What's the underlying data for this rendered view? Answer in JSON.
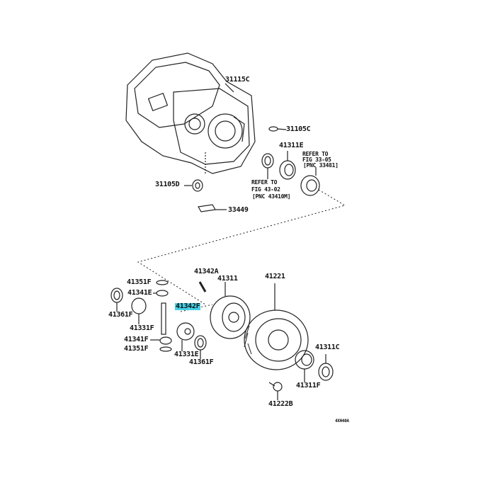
{
  "diagram": {
    "highlight_color": "#45d0e6",
    "labels": {
      "housing": "31115C",
      "pin_c": "31105C",
      "bearing_e": "41311E",
      "refer_a_1": "REFER TO",
      "refer_a_2": "FIG 33-05",
      "refer_a_3": "[PNC 33481]",
      "refer_b_1": "REFER TO",
      "refer_b_2": "FIG 43-02",
      "refer_b_3": "[PNC 43410M]",
      "pin_d": "31105D",
      "magnet": "33449",
      "pin_a": "41342A",
      "diff_case": "41311",
      "ring_gear": "41221",
      "washer_f_top": "41351F",
      "pinion_e": "41341E",
      "shaft_f": "41342F",
      "thrust_left": "41361F",
      "side_gear_f": "41331F",
      "pinion_f": "41341F",
      "washer_f_bottom": "41351F",
      "side_gear_e": "41331E",
      "thrust_right": "41361F",
      "seal_c": "41311C",
      "bearing_f": "41311F",
      "bolt": "41222B",
      "drawing_code": "4XH40A"
    }
  }
}
